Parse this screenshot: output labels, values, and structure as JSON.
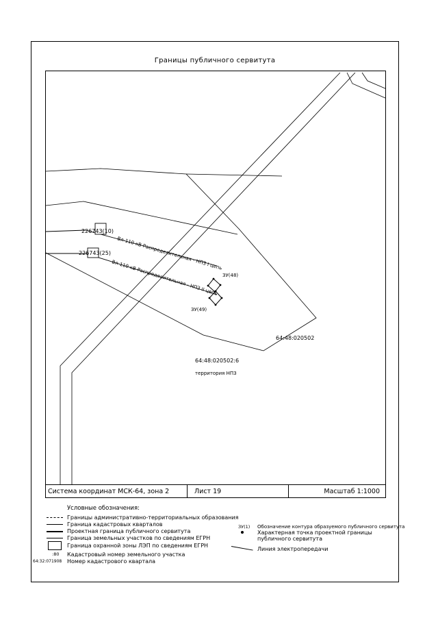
{
  "sheet": {
    "title": "Границы публичного сервитута"
  },
  "map": {
    "labels": {
      "pole_10": "226743(10)",
      "pole_25": "226743(25)",
      "line_1": "Вл-110 кВ Распределительная - НПЗ I цепь",
      "line_2": "Вл-110 кВ Распределительная - НПЗ II цепь",
      "contour_48": "ЗУ(48)",
      "contour_49": "ЗУ(49)",
      "quarter_1": "64:48:020502",
      "parcel": "64:48:020502:6",
      "territory": "территория НПЗ"
    }
  },
  "info": {
    "coords": "Система координат МСК-64, зона 2",
    "sheet_no": "Лист 19",
    "scale": "Масштаб 1:1000"
  },
  "legend": {
    "title": "Условные обозначения:",
    "items": {
      "admin_boundary": "Границы административно-территориальных образования",
      "quarter_boundary": "Граница кадастровых кварталов",
      "servitude_boundary": "Проектная граница публичного сервитута",
      "parcel_boundary": "Граница земельных участков по сведениям ЕГРН",
      "protection_zone": "Граница охранной зоны ЛЭП по сведениям ЕГРН",
      "parcel_number": "Кадастровый номер земельного участка",
      "quarter_number": "Номер кадастрового квартала",
      "contour_designation": "Обозначение контура образуемого публичного сервитута",
      "char_point": "Характерная точка проектной границы публичного сервитута",
      "power_line": "Линия электропередачи"
    },
    "symbols": {
      "parcel_number_sample": ":80",
      "quarter_number_sample": "64:32:071908",
      "contour_sample": "ЗУ(1)"
    }
  }
}
